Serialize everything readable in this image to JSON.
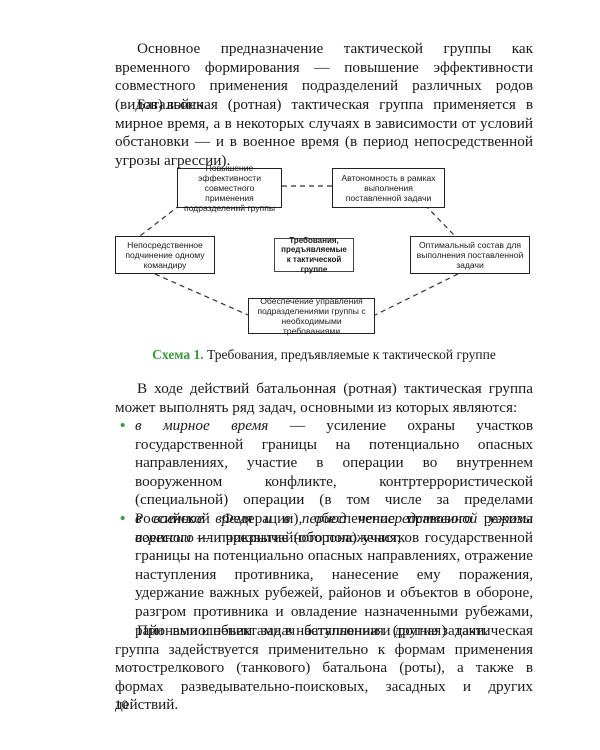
{
  "intro": {
    "p1": "Основное предназначение тактической группы как временного формирования — повышение эффективности совместного применения подразделений различных родов (видов) войск.",
    "p2": "Батальонная (ротная) тактическая группа применяется в мирное время, а в некоторых случаях в зависимости от условий обстановки — и в военное время (в период непосредственной угрозы агрессии)."
  },
  "diagram": {
    "top_left": "Повышение эффективности совместного применения подразделений группы",
    "top_right": "Автономность в рамках выполнения поставленной задачи",
    "middle_left": "Непосредственное подчинение одному командиру",
    "center": "Требования, предъявляемые к тактической группе",
    "middle_right": "Оптимальный состав для выполнения поставленной задачи",
    "bottom": "Обеспечение управления подразделениями группы с необходимыми требованиями"
  },
  "caption": {
    "lead": "Схема 1.",
    "text": "Требования, предъявляемые к тактической группе"
  },
  "tasks": {
    "intro": "В ходе действий батальонная (ротная) тактическая группа может выполнять ряд задач, основными из которых являются:",
    "items": [
      {
        "head": "в мирное время",
        "body": " — усиление охраны участков государственной границы на потенциально опасных направлениях, участие в операции во внутреннем вооруженном конфликте, контртеррористической (специальной) операции (в том числе за пределами Российской Федерации), обеспечение правового режима военного или чрезвычайного положения;"
      },
      {
        "head": "в военное время и в период непосредственной угрозы агрессии",
        "body": " — прикрытие (оборона) участков государственной границы на потенциально опасных направлениях, отражение наступления противника, нанесение ему поражения, удержание важных рубежей, районов и объектов в обороне, разгром противника и овладение назначенными рубежами, районами и объектами в наступлении и другие задачи."
      }
    ]
  },
  "closing": "При выполнении задач батальонная (ротная) тактическая группа задействуется применительно к формам применения мотострелкового (танкового) батальона (роты), а также в формах разведывательно-поисковых, засадных и других действий.",
  "page_number": "10",
  "colors": {
    "accent": "#3a9a3a",
    "text": "#1a1a1a"
  },
  "icons": {
    "bullet": "•"
  }
}
